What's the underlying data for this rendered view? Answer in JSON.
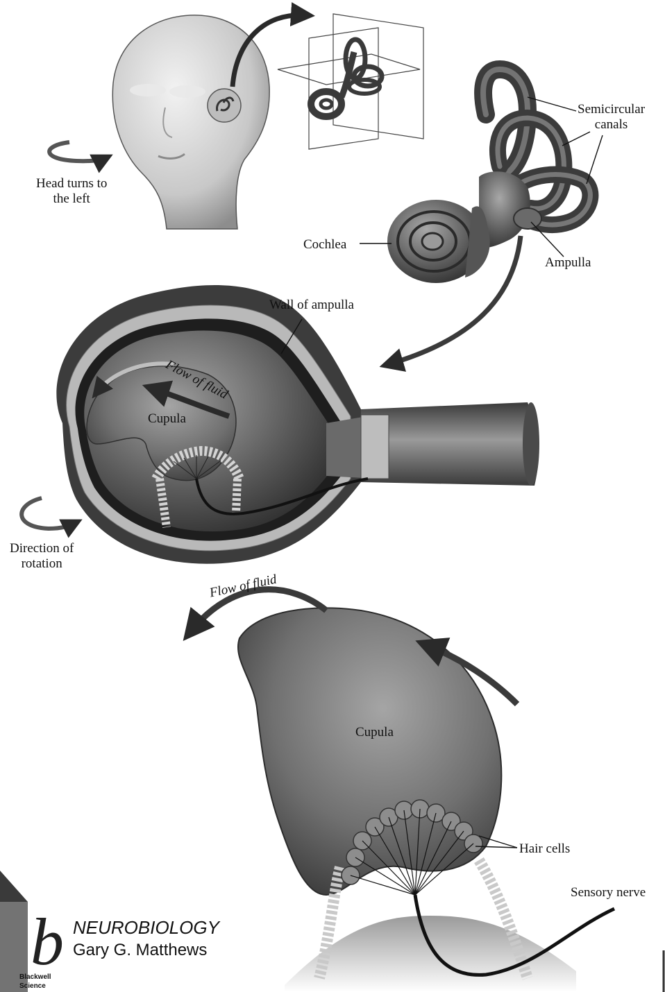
{
  "labels": {
    "head_turns": "Head turns to\nthe left",
    "semicircular_canals": "Semicircular\ncanals",
    "cochlea": "Cochlea",
    "ampulla": "Ampulla",
    "wall_of_ampulla": "Wall of ampulla",
    "flow_of_fluid_1": "Flow of fluid",
    "cupula_1": "Cupula",
    "direction_of_rotation": "Direction of\nrotation",
    "flow_of_fluid_2": "Flow of fluid",
    "cupula_2": "Cupula",
    "hair_cells": "Hair cells",
    "sensory_nerve": "Sensory nerve"
  },
  "brand": {
    "logo_letter": "b",
    "title": "NEUROBIOLOGY",
    "author": "Gary G. Matthews",
    "publisher": "Blackwell\nScience"
  },
  "colors": {
    "ink": "#111111",
    "tissue_dark": "#3a3a3a",
    "tissue_mid": "#777777",
    "tissue_light": "#bdbdbd"
  }
}
